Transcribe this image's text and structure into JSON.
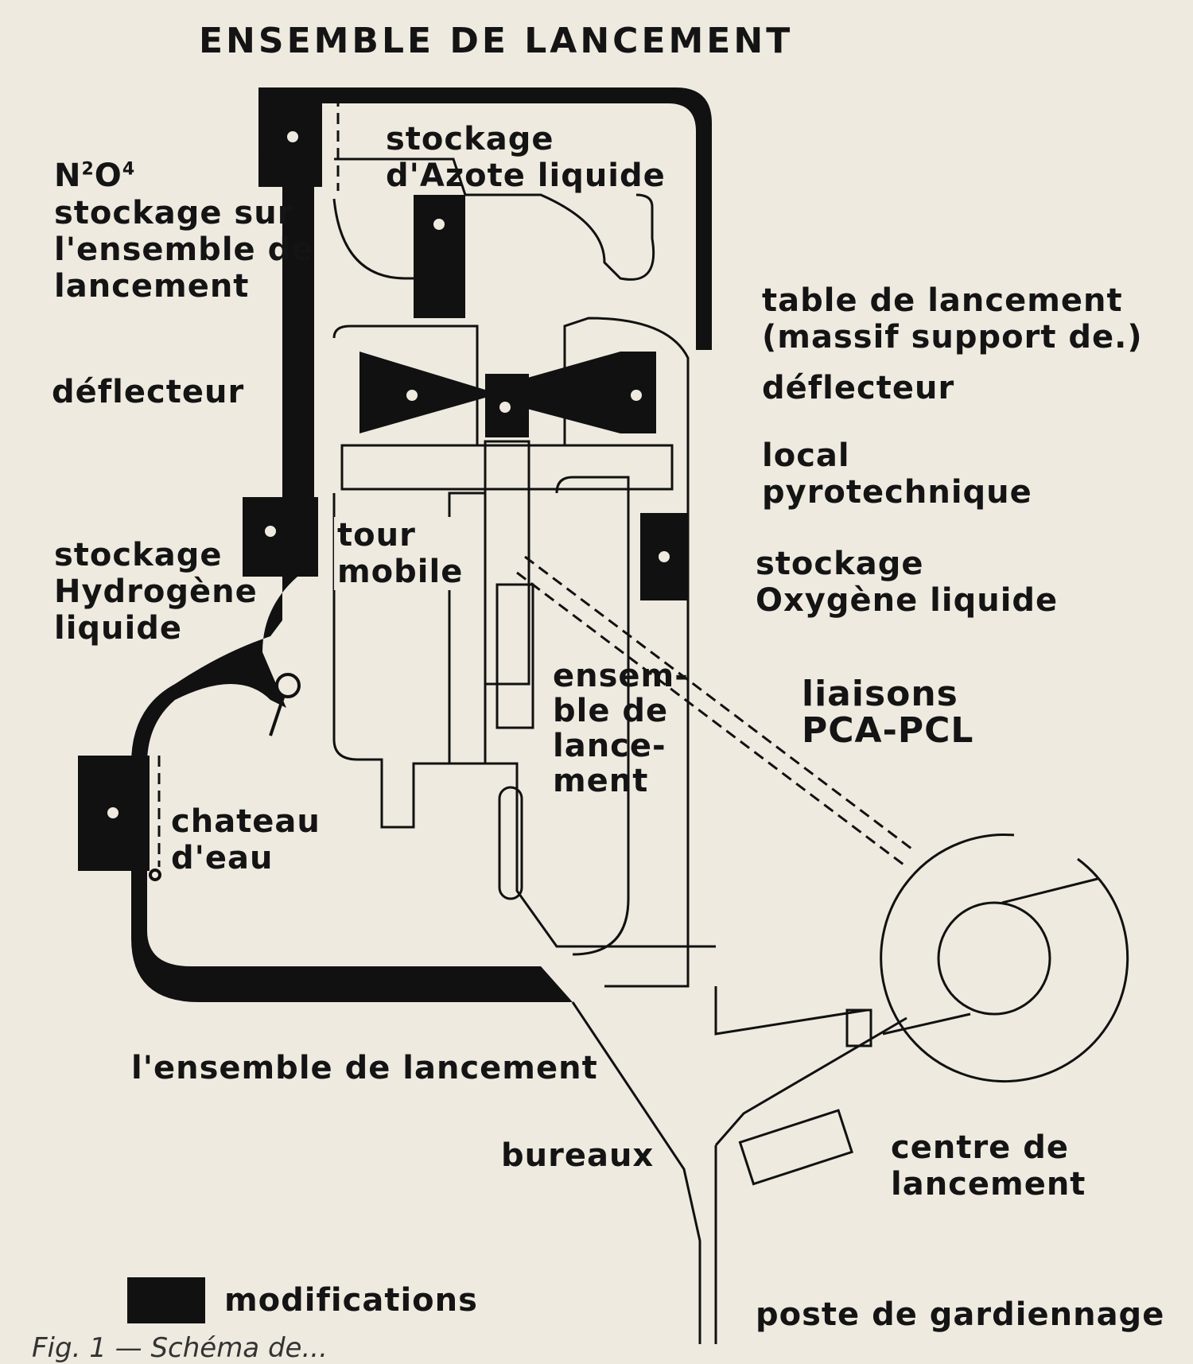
{
  "title": "ENSEMBLE DE LANCEMENT",
  "labels": {
    "n2o4_formula": {
      "n": "N",
      "sub1": "2",
      "o": "O",
      "sub2": "4"
    },
    "n2o4_storage": "stockage sur\nl'ensemble de\nlancement",
    "nitrogen_storage": "stockage\nd'Azote liquide",
    "launch_table": "table de lancement\n(massif support de.)",
    "deflector_left": "déflecteur",
    "deflector_right": "déflecteur",
    "pyro_room": "local\npyrotechnique",
    "hydrogen_storage": "stockage\nHydrogène\nliquide",
    "mobile_tower": "tour\nmobile",
    "oxygen_storage": "stockage\nOxygène liquide",
    "launch_complex": "ensem-\nble de\nlance-\nment",
    "links": "liaisons\nPCA-PCL",
    "water_tower": "chateau\nd'eau",
    "complex_access": "l'ensemble de lancement",
    "offices": "bureaux",
    "launch_center": "centre de\nlancement",
    "guard_post": "poste de gardiennage"
  },
  "legend": {
    "label": "modifications",
    "swatch_color": "#111111"
  },
  "caption": "Fig. 1 — Schéma de..."
}
